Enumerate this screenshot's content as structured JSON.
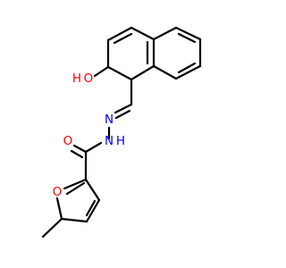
{
  "colors": {
    "bond": "#000000",
    "oxygen": "#ff0000",
    "nitrogen": "#0000ff",
    "background": "#ffffff"
  },
  "atoms": {
    "hydroxyl_o": "O",
    "hydroxyl_h": "H",
    "imine_n": "N",
    "amide_nh_n": "N",
    "amide_nh_h": "H",
    "carbonyl_o": "O",
    "furan_o": "O"
  }
}
